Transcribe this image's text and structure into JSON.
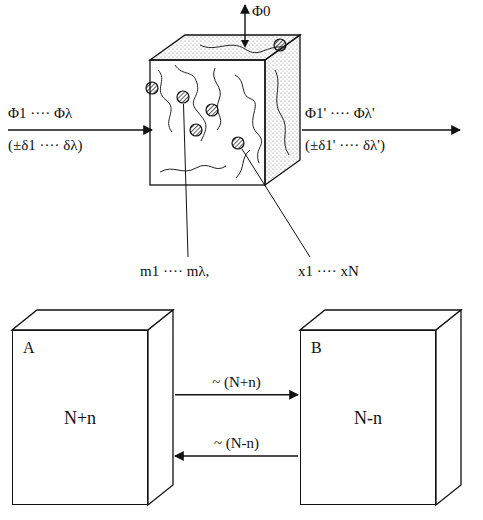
{
  "diagram": {
    "nodes": [
      {
        "text": [
          "A",
          "N+n"
        ]
      },
      {
        "text": [
          "B",
          "N-n"
        ]
      }
    ],
    "edges": [
      {
        "from": 0,
        "to": 1,
        "arrow": "to",
        "label": "~ (N+n)"
      },
      {
        "from": 1,
        "to": 0,
        "arrow": "to",
        "label": "~ (N-n)"
      }
    ],
    "labels": [
      "Φ0",
      "Φ1 ···· Φλ",
      "(±δ1 ···· δλ)",
      "Φ1' ···· Φλ'",
      "(±δ1' ···· δλ')",
      "m1 ···· mλ,",
      "x1 ···· xN"
    ]
  }
}
